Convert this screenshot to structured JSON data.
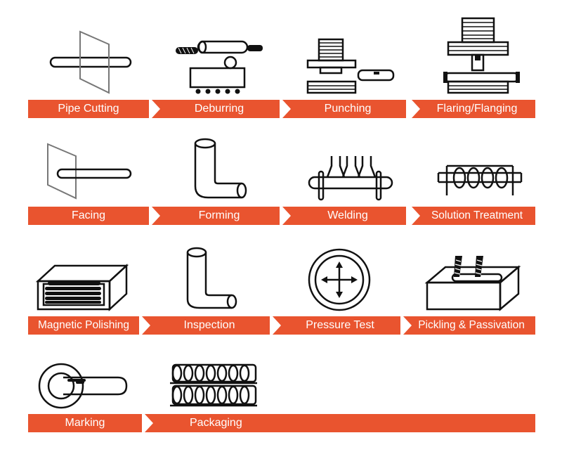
{
  "steps": [
    {
      "label": "Pipe Cutting",
      "icon": "pipe-cutting-icon"
    },
    {
      "label": "Deburring",
      "icon": "deburring-icon"
    },
    {
      "label": "Punching",
      "icon": "punching-icon"
    },
    {
      "label": "Flaring/Flanging",
      "icon": "flaring-flanging-icon"
    },
    {
      "label": "Facing",
      "icon": "facing-icon"
    },
    {
      "label": "Forming",
      "icon": "forming-icon"
    },
    {
      "label": "Welding",
      "icon": "welding-icon"
    },
    {
      "label": "Solution Treatment",
      "icon": "solution-treatment-icon"
    },
    {
      "label": "Magnetic Polishing",
      "icon": "magnetic-polishing-icon"
    },
    {
      "label": "Inspection",
      "icon": "inspection-icon"
    },
    {
      "label": "Pressure Test",
      "icon": "pressure-test-icon"
    },
    {
      "label": "Pickling & Passivation",
      "icon": "pickling-passivation-icon"
    },
    {
      "label": "Marking",
      "icon": "marking-icon"
    },
    {
      "label": "Packaging",
      "icon": "packaging-icon"
    }
  ],
  "colors": {
    "banner": "#e9542f",
    "label_text": "#ffffff",
    "line": "#111111",
    "cut_plane": "#777777"
  }
}
